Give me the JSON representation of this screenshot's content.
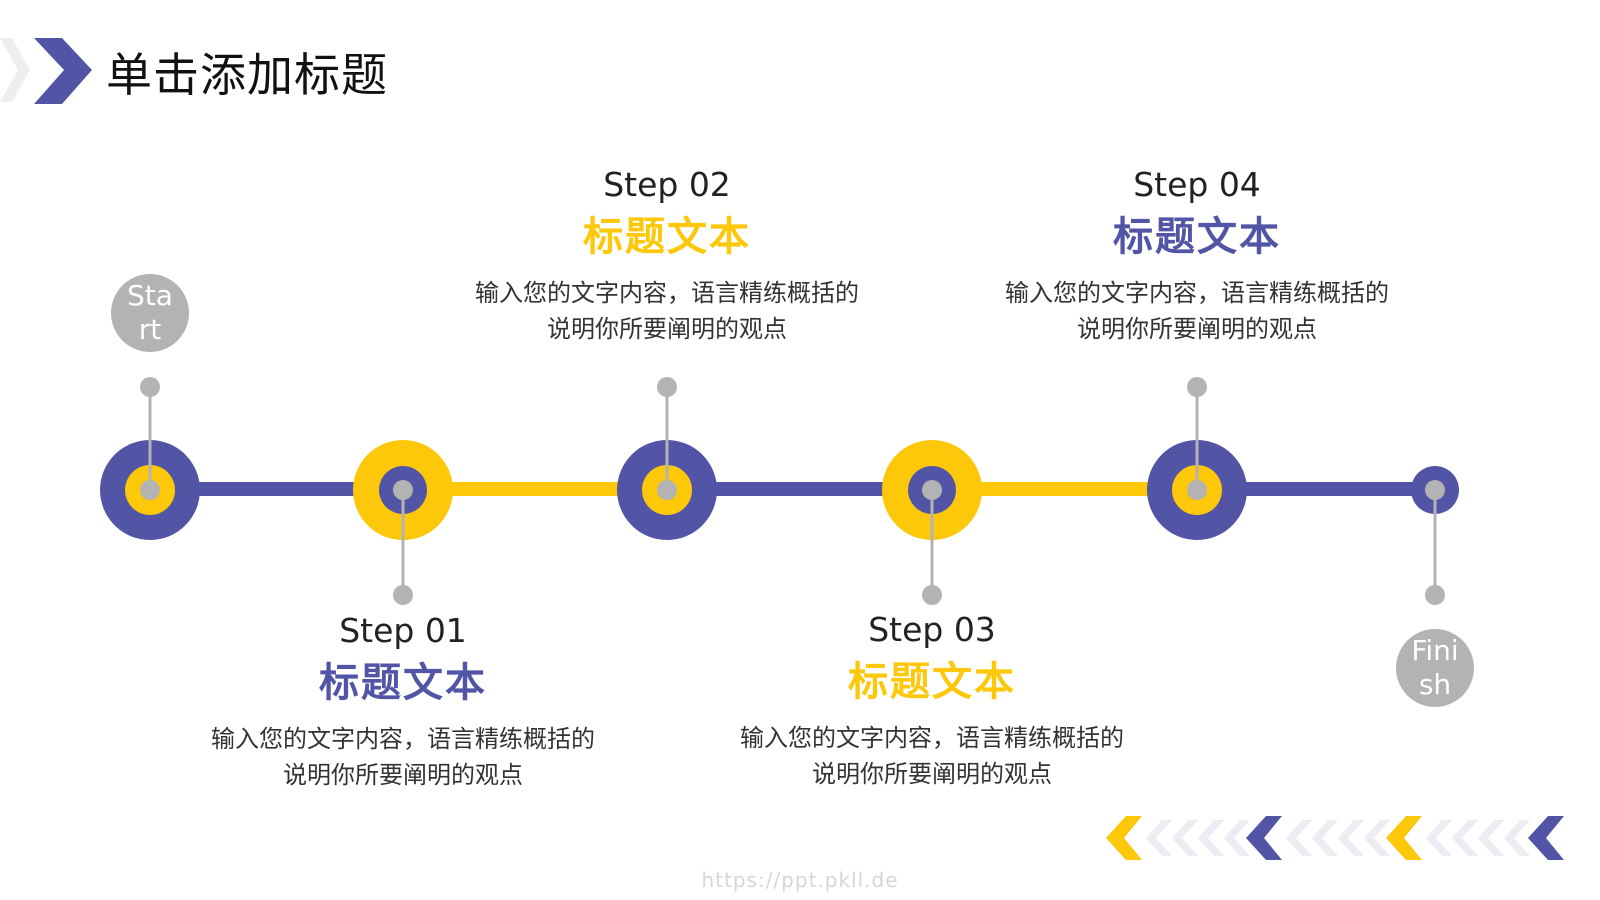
{
  "slide": {
    "title": "单击添加标题",
    "colors": {
      "primary": "#5255a6",
      "accent": "#fdc70a",
      "neutral": "#b3b3b3"
    },
    "start_label": [
      "Sta",
      "rt"
    ],
    "finish_label": [
      "Fini",
      "sh"
    ],
    "steps": [
      {
        "label": "Step 01",
        "heading": "标题文本",
        "desc_line1": "输入您的文字内容，语言精练概括的",
        "desc_line2": "说明你所要阐明的观点",
        "heading_color": "#5255a6"
      },
      {
        "label": "Step 02",
        "heading": "标题文本",
        "desc_line1": "输入您的文字内容，语言精练概括的",
        "desc_line2": "说明你所要阐明的观点",
        "heading_color": "#fdc70a"
      },
      {
        "label": "Step 03",
        "heading": "标题文本",
        "desc_line1": "输入您的文字内容，语言精练概括的",
        "desc_line2": "说明你所要阐明的观点",
        "heading_color": "#fdc70a"
      },
      {
        "label": "Step 04",
        "heading": "标题文本",
        "desc_line1": "输入您的文字内容，语言精练概括的",
        "desc_line2": "说明你所要阐明的观点",
        "heading_color": "#5255a6"
      }
    ],
    "footer_url": "https://ppt.pkll.de"
  }
}
